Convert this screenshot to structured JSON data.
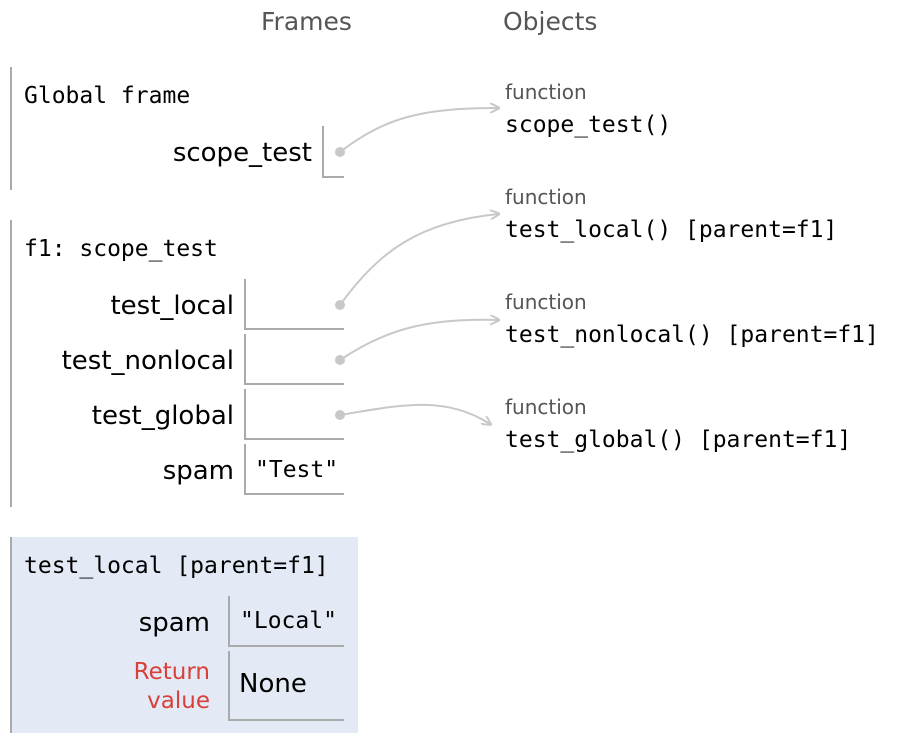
{
  "headings": {
    "frames": "Frames",
    "objects": "Objects"
  },
  "frames": {
    "global": {
      "title": "Global frame",
      "vars": [
        {
          "name": "scope_test"
        }
      ]
    },
    "f1": {
      "title": "f1: scope_test",
      "vars": [
        {
          "name": "test_local"
        },
        {
          "name": "test_nonlocal"
        },
        {
          "name": "test_global"
        },
        {
          "name": "spam",
          "value": "\"Test\""
        }
      ]
    },
    "test_local": {
      "title": "test_local [parent=f1]",
      "vars": [
        {
          "name": "spam",
          "value": "\"Local\""
        },
        {
          "name": "Return value",
          "value": "None"
        }
      ]
    }
  },
  "objects": [
    {
      "type": "function",
      "value": "scope_test()"
    },
    {
      "type": "function",
      "value": "test_local() [parent=f1]"
    },
    {
      "type": "function",
      "value": "test_nonlocal() [parent=f1]"
    },
    {
      "type": "function",
      "value": "test_global() [parent=f1]"
    }
  ],
  "colors": {
    "frame_border": "#aaaaaa",
    "active_frame_bg": "#e3e9f5",
    "pointer": "#c8c8c8",
    "return_label": "#d9403a",
    "heading": "#555555"
  }
}
